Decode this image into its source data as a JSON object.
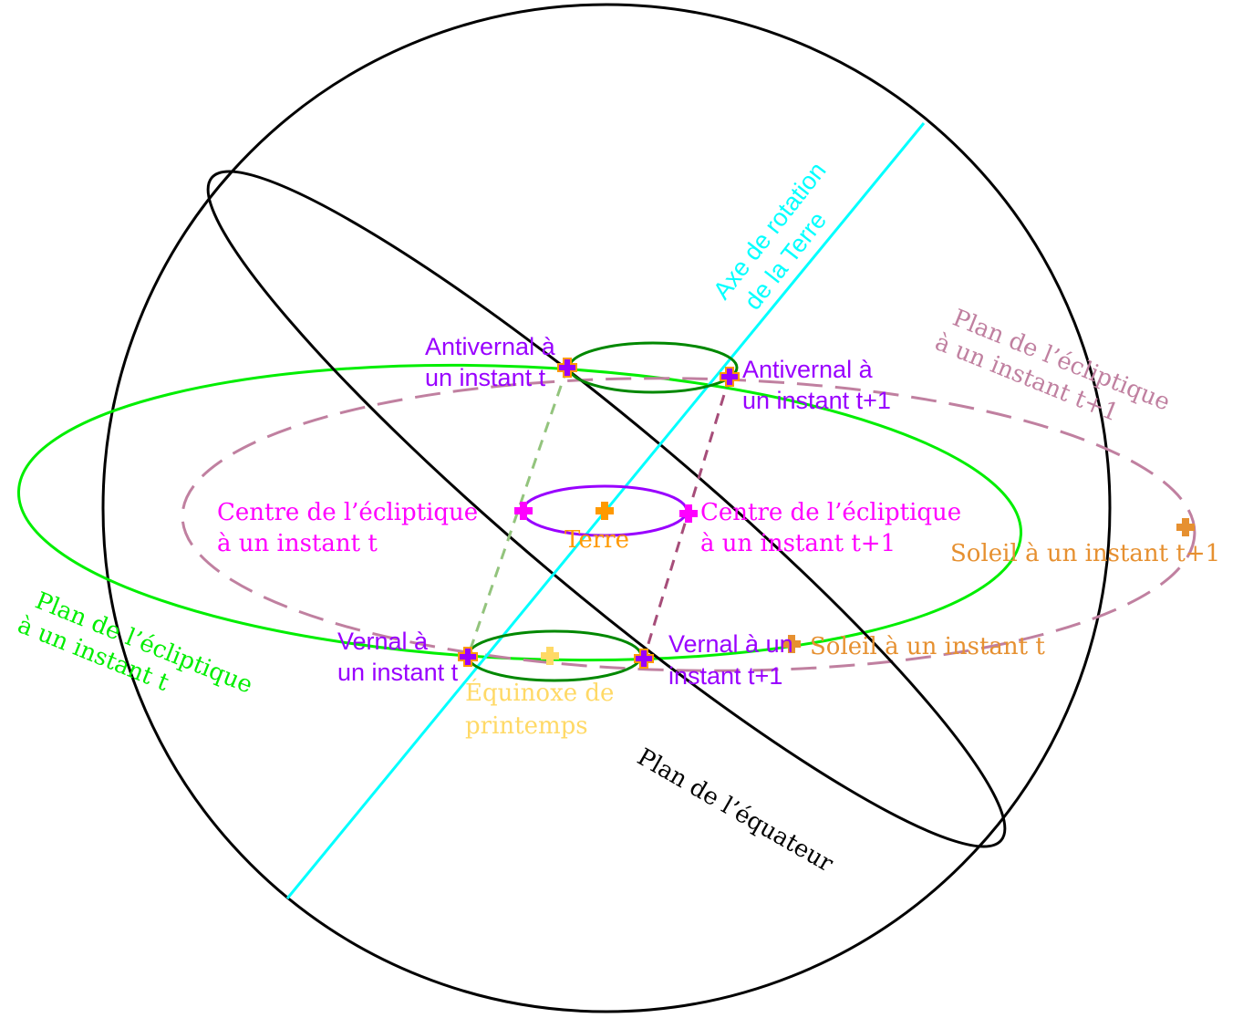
{
  "colors": {
    "sphere": "#000000",
    "axis": "#00ffff",
    "ecliptic_t": "#00ee00",
    "ecliptic_t1": "#c080a0",
    "small_orbit": "#008800",
    "earth_orbit": "#9900ff",
    "vernal": "#9900ff",
    "centre": "#ff00ff",
    "sun": "#e69030",
    "equinox": "#ffd966",
    "guide_t": "#93c47d",
    "guide_t1": "#a64d79"
  },
  "labels": {
    "axis": [
      "Axe de rotation",
      "de la Terre"
    ],
    "ecliptic_t1": [
      "Plan de l’écliptique",
      "à un instant t+1"
    ],
    "ecliptic_t": [
      "Plan de l’écliptique",
      "à un instant t"
    ],
    "equator": "Plan de l’équateur",
    "antivernal_t": [
      "Antivernal à",
      "un instant t"
    ],
    "antivernal_t1": [
      "Antivernal à",
      "un instant t+1"
    ],
    "centre_t": [
      "Centre de l’écliptique",
      "à un instant t"
    ],
    "centre_t1": [
      "Centre de l’écliptique",
      "à un instant t+1"
    ],
    "earth": "Terre",
    "sun_t1": "Soleil à un instant t+1",
    "sun_t": "Soleil à un instant t",
    "vernal_t": [
      "Vernal à",
      "un instant t"
    ],
    "vernal_t1": [
      "Vernal à un",
      "instant t+1"
    ],
    "equinox": [
      "Équinoxe de",
      "printemps"
    ]
  }
}
